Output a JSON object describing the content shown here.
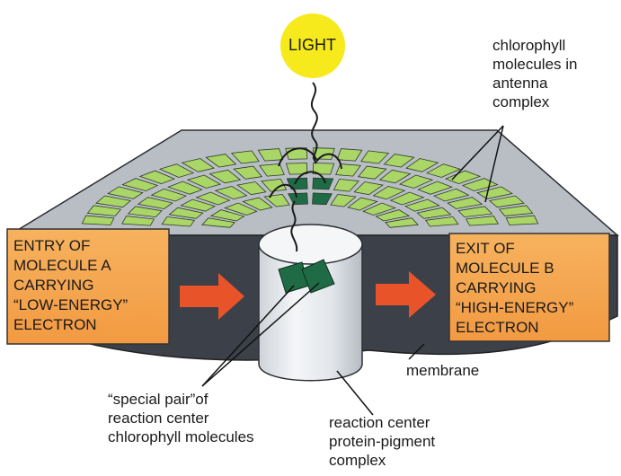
{
  "light": {
    "label": "LIGHT"
  },
  "antenna": {
    "lines": [
      "chlorophyll",
      "molecules in",
      "antenna",
      "complex"
    ]
  },
  "entry": {
    "lines": [
      "ENTRY OF",
      "MOLECULE A",
      "CARRYING",
      "“LOW-ENERGY”",
      "ELECTRON"
    ]
  },
  "exit": {
    "lines": [
      "EXIT OF",
      "MOLECULE B",
      "CARRYING",
      "“HIGH-ENERGY”",
      "ELECTRON"
    ]
  },
  "membrane": {
    "label": "membrane"
  },
  "special_pair": {
    "lines": [
      "“special pair”of",
      "reaction center",
      "chlorophyll molecules"
    ]
  },
  "reaction_center": {
    "lines": [
      "reaction center",
      "protein-pigment",
      "complex"
    ]
  },
  "colors": {
    "sun": "#f6ea1c",
    "chlorophyll_light": "#a9d667",
    "chlorophyll_dark": "#1f6b45",
    "box_fill": "#f4a64f",
    "arrow": "#e9532a",
    "membrane_side": "#3c4049",
    "membrane_top": "#b9bec5"
  }
}
